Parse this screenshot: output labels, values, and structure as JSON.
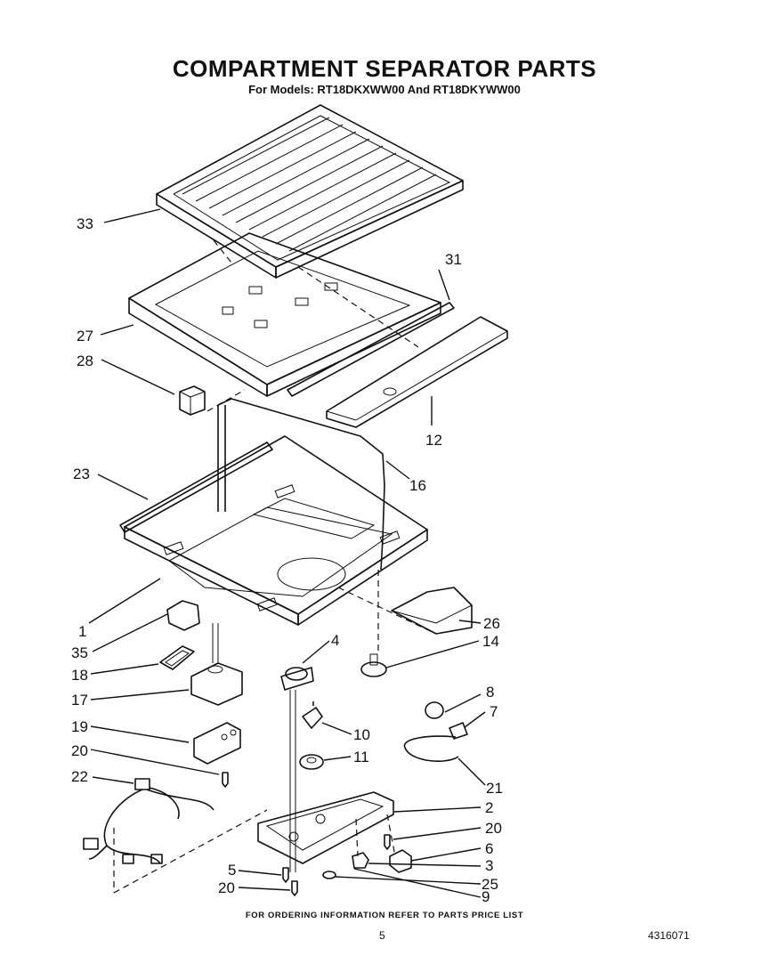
{
  "header": {
    "title": "COMPARTMENT SEPARATOR PARTS",
    "subtitle": "For Models: RT18DKXWW00 And RT18DKYWW00"
  },
  "callouts": {
    "c1": "1",
    "c2": "2",
    "c3": "3",
    "c4": "4",
    "c5": "5",
    "c6": "6",
    "c7": "7",
    "c8": "8",
    "c9": "9",
    "c10": "10",
    "c11": "11",
    "c12": "12",
    "c14": "14",
    "c16": "16",
    "c17": "17",
    "c18": "18",
    "c19": "19",
    "c20a": "20",
    "c20b": "20",
    "c20c": "20",
    "c21": "21",
    "c22": "22",
    "c23": "23",
    "c25": "25",
    "c26": "26",
    "c27": "27",
    "c28": "28",
    "c31": "31",
    "c33": "33",
    "c35": "35"
  },
  "footer": {
    "note": "FOR ORDERING INFORMATION REFER TO PARTS PRICE LIST",
    "page_number": "5",
    "doc_number": "4316071"
  }
}
